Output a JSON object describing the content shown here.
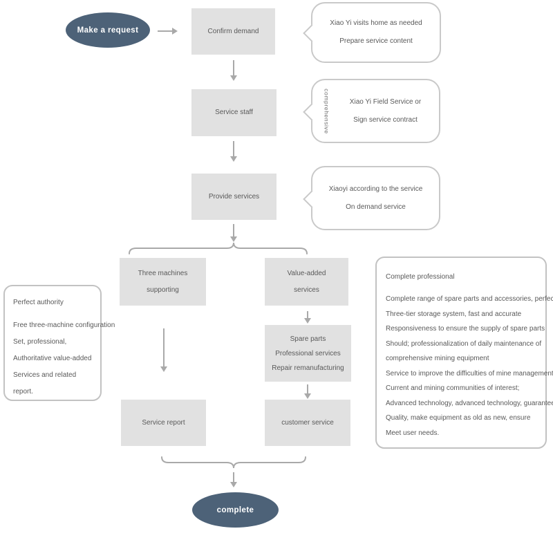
{
  "colors": {
    "node_fill": "#4d6278",
    "node_text": "#ffffff",
    "box_fill": "#e1e1e1",
    "text": "#595959",
    "line": "#a9a9a9",
    "bubble_border": "#c9c9c9"
  },
  "start": {
    "label": "Make a request"
  },
  "end": {
    "label": "complete"
  },
  "boxes": {
    "confirm": "Confirm demand",
    "staff": "Service staff",
    "provide": "Provide services",
    "three_machines": [
      "Three machines",
      "supporting"
    ],
    "value_added": [
      "Value-added",
      "services"
    ],
    "spare": [
      "Spare parts",
      "Professional services",
      "Repair remanufacturing"
    ],
    "report": "Service report",
    "customer": "customer service"
  },
  "bubbles": {
    "b1": [
      "Xiao Yi visits home as needed",
      "Prepare service content"
    ],
    "b2": [
      "Xiao Yi Field Service or",
      "Sign service contract"
    ],
    "b2_side": "comprehensive",
    "b3": [
      "Xiaoyi according to the service",
      "On demand service"
    ]
  },
  "notes": {
    "left": {
      "title": "Perfect authority",
      "lines": [
        "Free three-machine configuration",
        "Set, professional,",
        "Authoritative value-added",
        "Services and related",
        "report."
      ]
    },
    "right": {
      "title": "Complete professional",
      "lines": [
        "Complete range of spare parts and accessories, perfect",
        "Three-tier storage system, fast and accurate",
        "Responsiveness to ensure the supply of spare parts",
        "Should; professionalization of daily maintenance of",
        "comprehensive mining equipment",
        "Service to improve the difficulties of mine management",
        "Current and mining communities of interest;",
        "Advanced technology, advanced technology, guarantee",
        "Quality, make equipment as old as new, ensure",
        "Meet user needs."
      ]
    }
  }
}
